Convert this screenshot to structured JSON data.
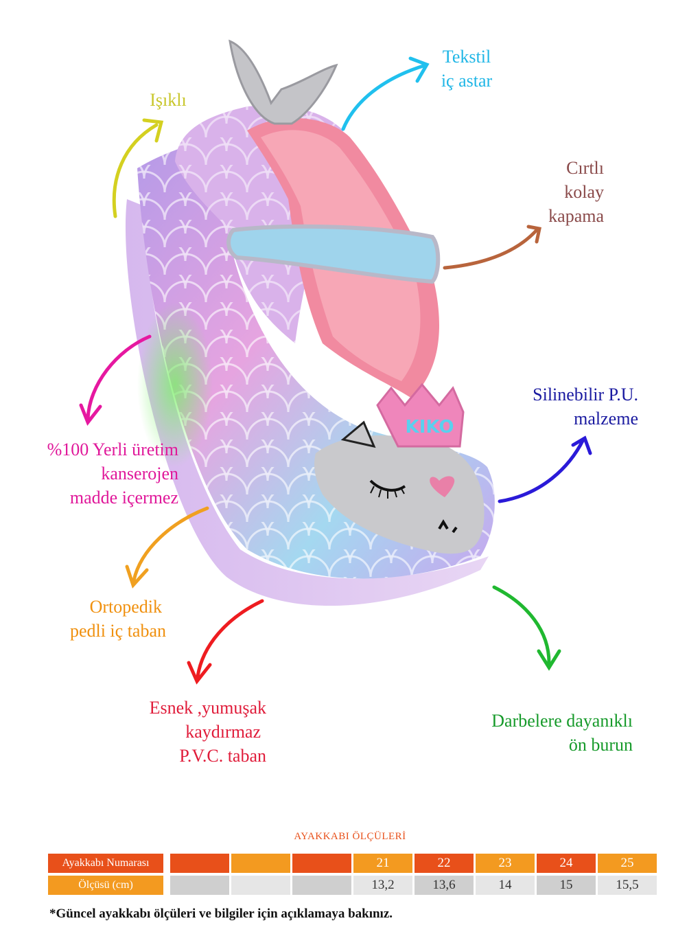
{
  "features": {
    "isikli": {
      "lines": [
        "Işıklı"
      ],
      "color": "#c8c62a"
    },
    "tekstil": {
      "lines": [
        "Tekstil",
        "iç astar"
      ],
      "color": "#1fb6e6"
    },
    "cirtli": {
      "lines": [
        "Cırtlı",
        "kolay",
        "kapama"
      ],
      "color": "#8a4a4a"
    },
    "yerli": {
      "lines": [
        "%100 Yerli üretim",
        "kanserojen",
        "madde içermez"
      ],
      "color": "#e0189a"
    },
    "silinebilir": {
      "lines": [
        "Silinebilir P.U.",
        "malzeme"
      ],
      "color": "#1a1aa0"
    },
    "ortopedik": {
      "lines": [
        "Ortopedik",
        "pedli iç taban"
      ],
      "color": "#f0900e"
    },
    "esnek": {
      "lines": [
        "Esnek ,yumuşak",
        "kaydırmaz",
        "P.V.C. taban"
      ],
      "color": "#e01c3a"
    },
    "darbe": {
      "lines": [
        "Darbelere dayanıklı",
        "ön burun"
      ],
      "color": "#169a2a"
    }
  },
  "product": {
    "badge_text": "KIKO",
    "shoe_icon": "mermaid-shoe-illustration"
  },
  "size_table": {
    "title": "AYAKKABI ÖLÇÜLERİ",
    "row1_label": "Ayakkabı Numarası",
    "row2_label": "Ölçüsü (cm)",
    "sizes": [
      "",
      "",
      "",
      "21",
      "22",
      "23",
      "24",
      "25"
    ],
    "lengths": [
      "",
      "",
      "",
      "13,2",
      "13,6",
      "14",
      "15",
      "15,5"
    ],
    "colors": {
      "dark_orange": "#e8501a",
      "light_orange": "#f39a20",
      "gray": "#cfcfcf",
      "light_gray": "#e6e6e6"
    }
  },
  "note": "*Güncel ayakkabı ölçüleri ve bilgiler için açıklamaya bakınız."
}
